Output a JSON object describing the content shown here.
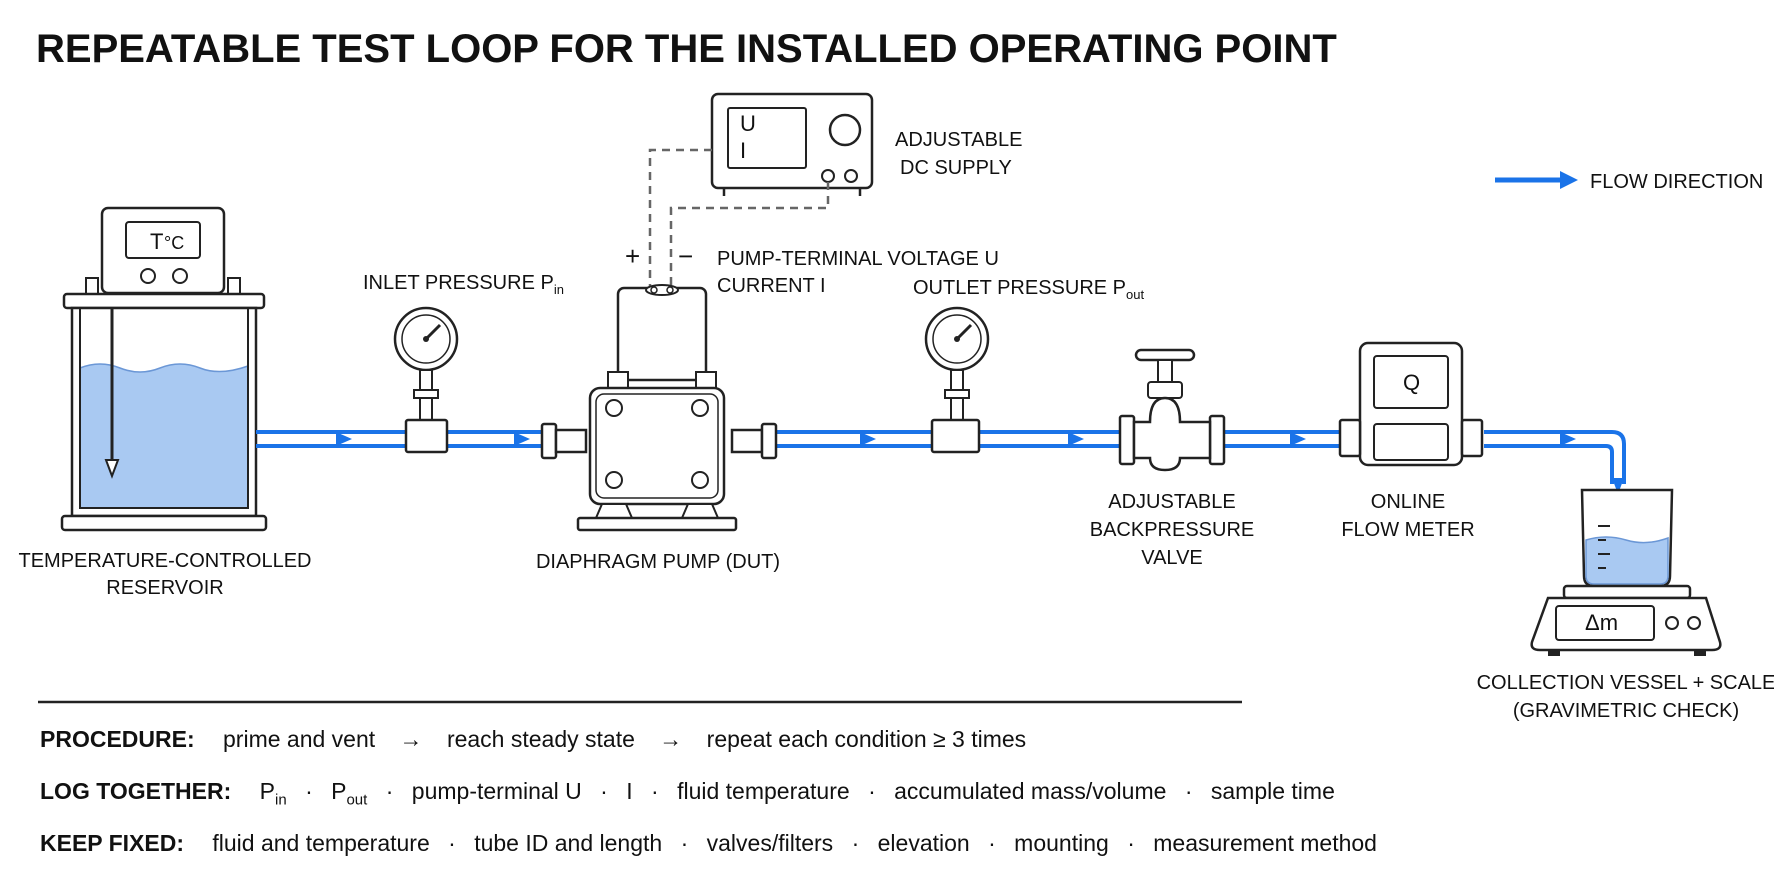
{
  "title": "REPEATABLE TEST LOOP FOR THE INSTALLED OPERATING POINT",
  "legend": {
    "label": "FLOW DIRECTION",
    "color": "#1a73e8"
  },
  "components": {
    "reservoir": {
      "label_line1": "TEMPERATURE-CONTROLLED",
      "label_line2": "RESERVOIR",
      "display": "T",
      "display_unit": "°C"
    },
    "inlet_gauge": {
      "label": "INLET PRESSURE  P",
      "label_sub": "in"
    },
    "pump": {
      "label": "DIAPHRAGM PUMP  (DUT)"
    },
    "supply": {
      "label_line1": "ADJUSTABLE",
      "label_line2": "DC SUPPLY",
      "display_u": "U",
      "display_i": "I"
    },
    "terminals": {
      "plus": "+",
      "minus": "−",
      "line1": "PUMP-TERMINAL VOLTAGE  U",
      "line2": "CURRENT  I"
    },
    "outlet_gauge": {
      "label": "OUTLET PRESSURE  P",
      "label_sub": "out"
    },
    "valve": {
      "label_line1": "ADJUSTABLE",
      "label_line2": "BACKPRESSURE",
      "label_line3": "VALVE"
    },
    "flowmeter": {
      "label_line1": "ONLINE",
      "label_line2": "FLOW METER",
      "display": "Q"
    },
    "scale": {
      "label_line1": "COLLECTION VESSEL + SCALE",
      "label_line2": "(GRAVIMETRIC CHECK)",
      "display": "Δm"
    }
  },
  "notes": {
    "procedure": {
      "heading": "PROCEDURE:",
      "steps": [
        "prime and vent",
        "reach steady state",
        "repeat each condition  ≥  3  times"
      ],
      "arrow": "→"
    },
    "log_together": {
      "heading": "LOG TOGETHER:",
      "p_in": "P",
      "p_in_sub": "in",
      "p_out": "P",
      "p_out_sub": "out",
      "items": [
        "pump-terminal U",
        "I",
        "fluid temperature",
        "accumulated mass/volume",
        "sample time"
      ],
      "separator": "·"
    },
    "keep_fixed": {
      "heading": "KEEP FIXED:",
      "items": [
        "fluid and temperature",
        "tube ID and length",
        "valves/filters",
        "elevation",
        "mounting",
        "measurement method"
      ],
      "separator": "·"
    }
  },
  "colors": {
    "pipe": "#1a73e8",
    "water": "#a9c9f2",
    "outline": "#222222"
  }
}
